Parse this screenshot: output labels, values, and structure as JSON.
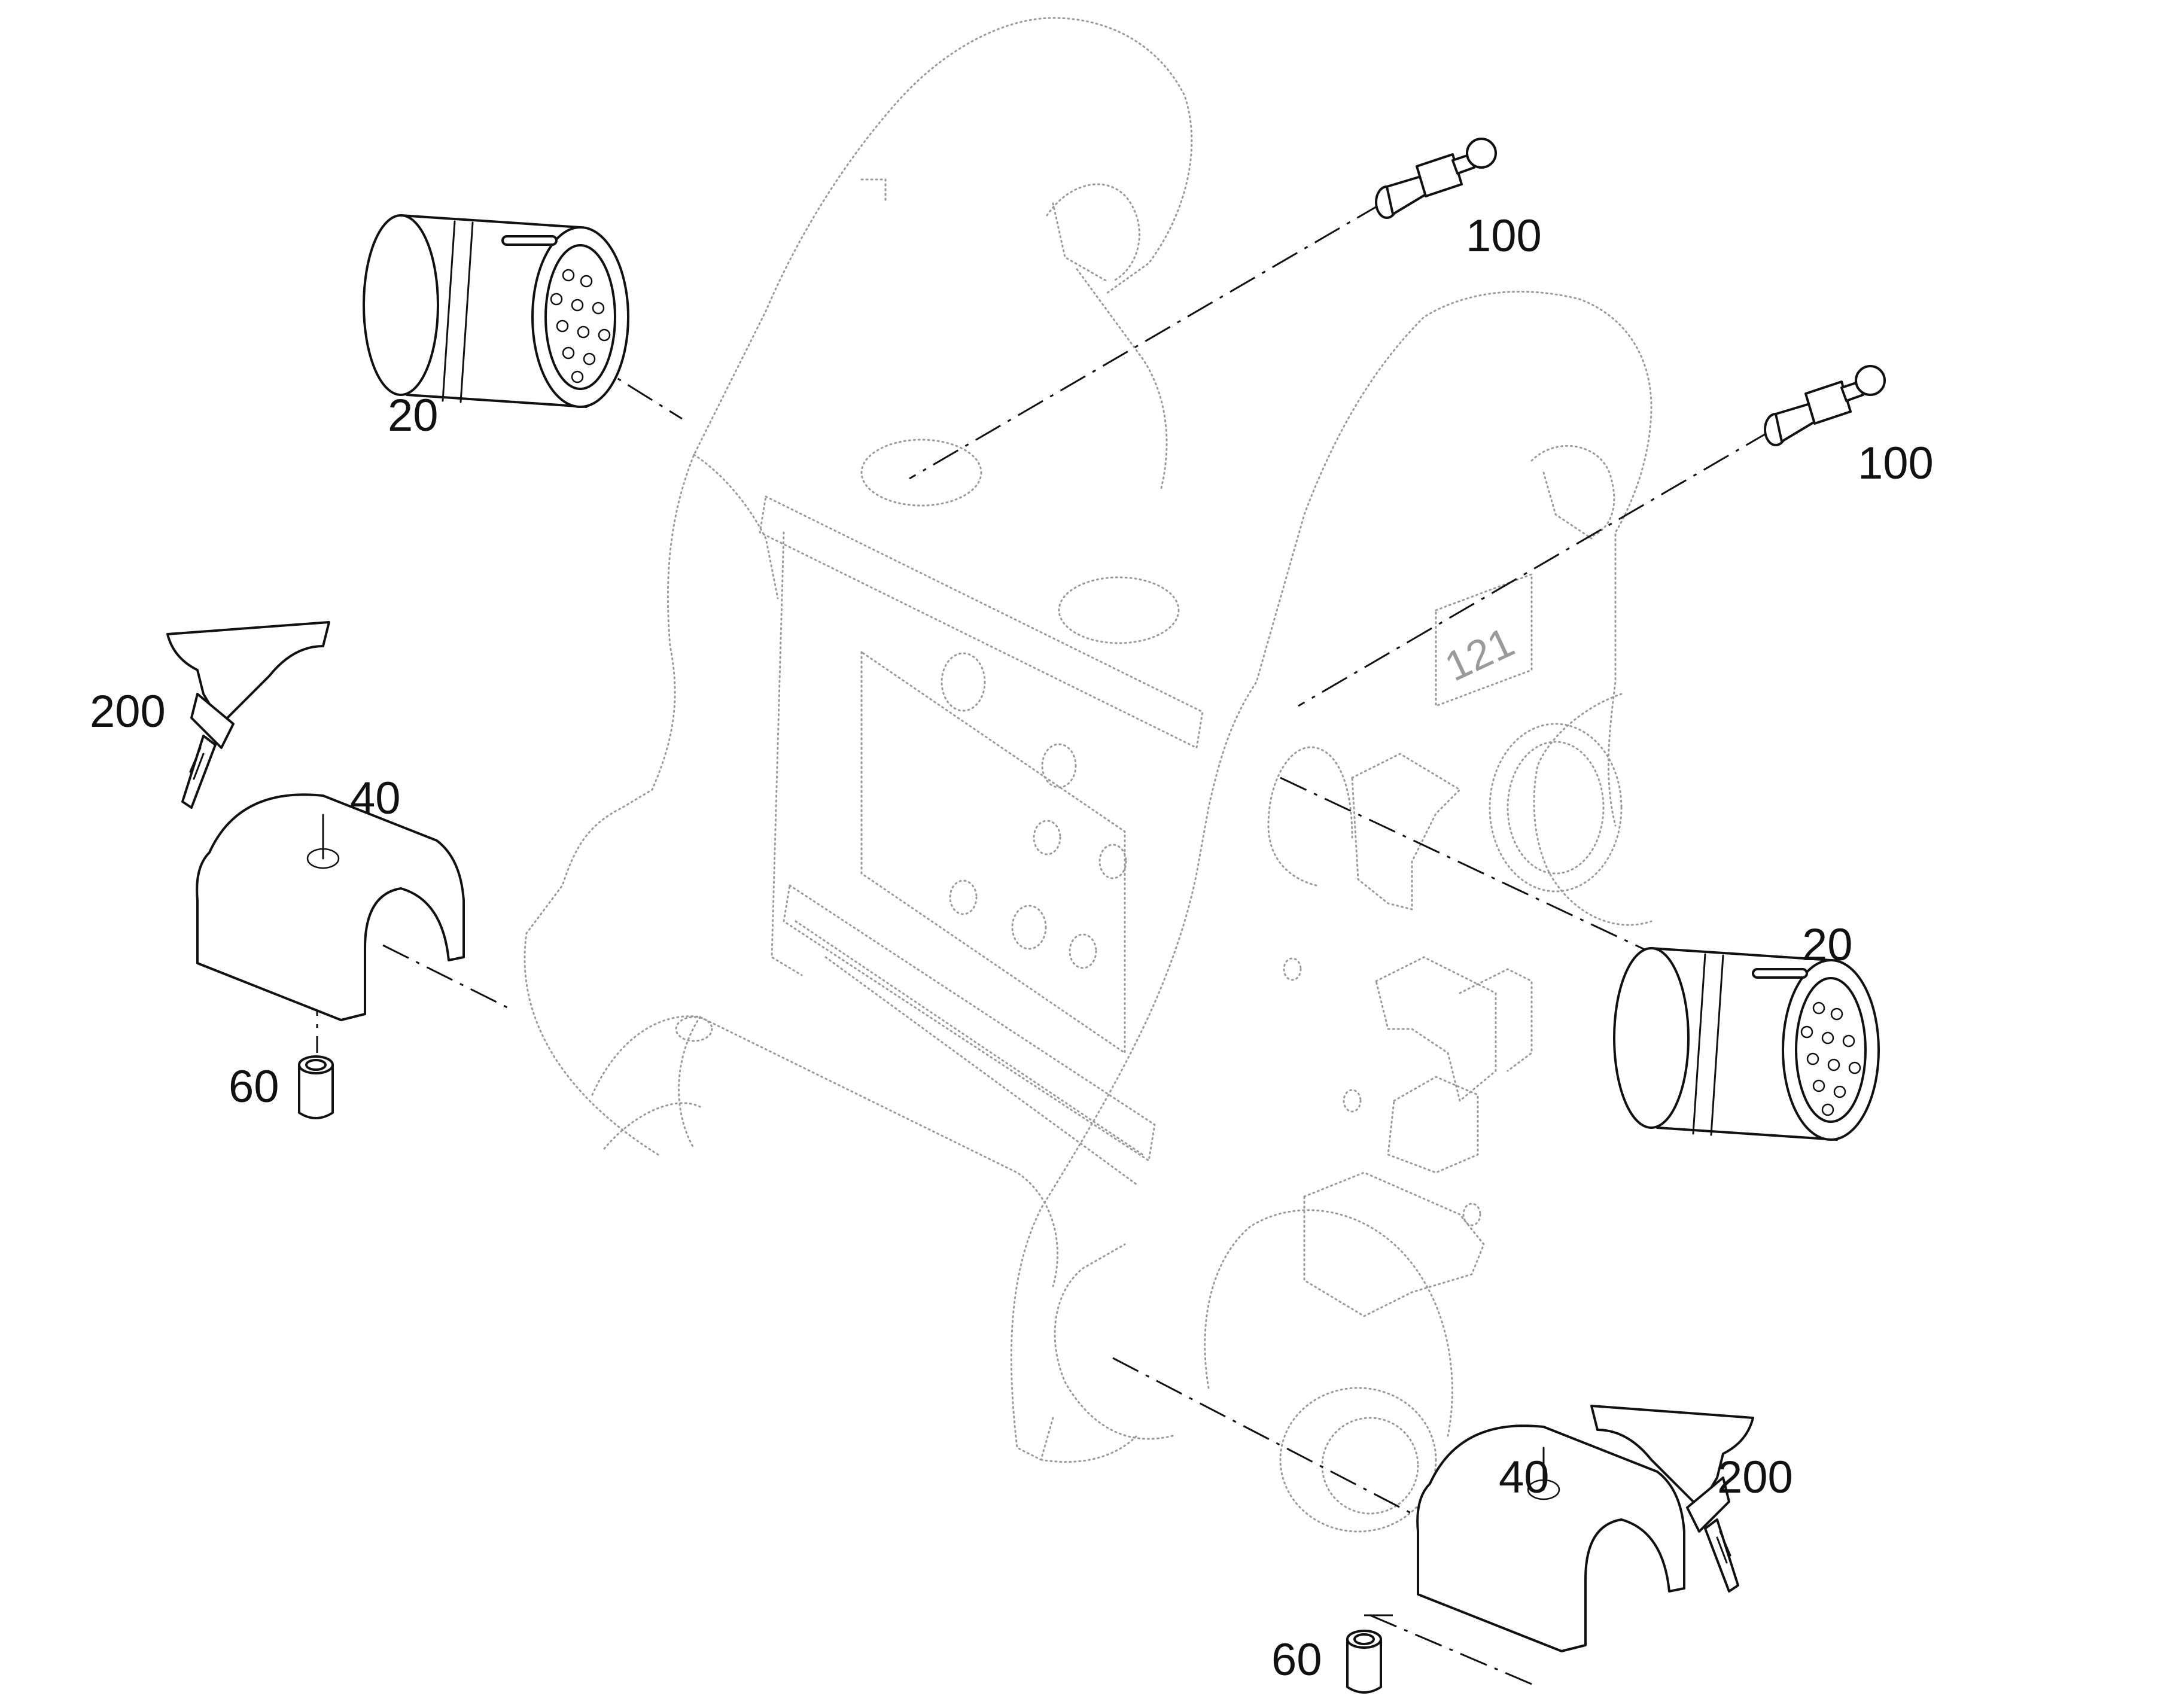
{
  "callouts": [
    {
      "id": "bushing-top-left",
      "label": "20"
    },
    {
      "id": "grease-nipple-top",
      "label": "100"
    },
    {
      "id": "grease-nipple-right",
      "label": "100"
    },
    {
      "id": "adhesive-left",
      "label": "200"
    },
    {
      "id": "shell-left",
      "label": "40"
    },
    {
      "id": "pin-left",
      "label": "60"
    },
    {
      "id": "bushing-right",
      "label": "20"
    },
    {
      "id": "shell-bottom",
      "label": "40"
    },
    {
      "id": "adhesive-bottom",
      "label": "200"
    },
    {
      "id": "pin-bottom",
      "label": "60"
    }
  ],
  "frame_stamp": "121"
}
